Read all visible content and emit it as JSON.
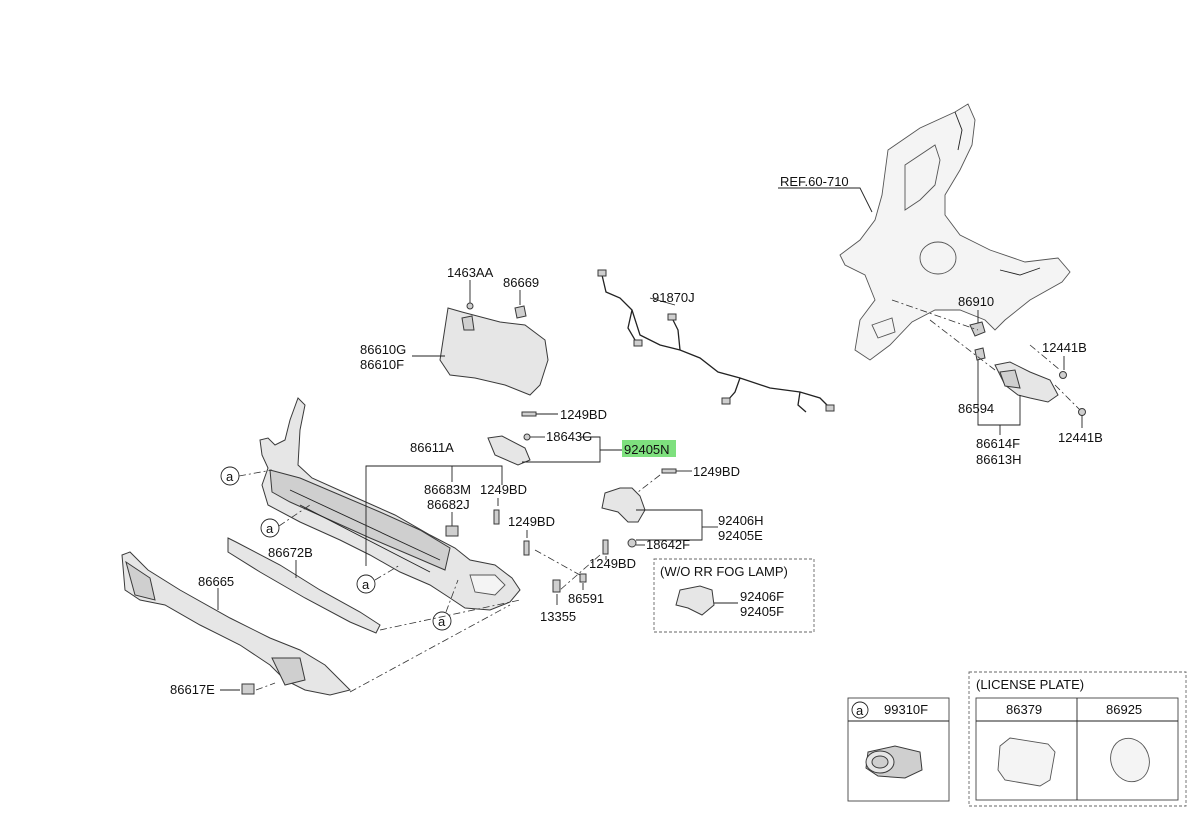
{
  "diagram": {
    "labels": {
      "ref": "REF.60-710",
      "p1463AA": "1463AA",
      "p86669": "86669",
      "p86610G": "86610G",
      "p86610F": "86610F",
      "p91870J": "91870J",
      "p1249BD_a": "1249BD",
      "p18643G": "18643G",
      "p92405N": "92405N",
      "p86611A": "86611A",
      "p1249BD_b": "1249BD",
      "p86683M": "86683M",
      "p86682J": "86682J",
      "p1249BD_c": "1249BD",
      "p1249BD_d": "1249BD",
      "p1249BD_e": "1249BD",
      "p92406H": "92406H",
      "p92405E": "92405E",
      "p18642F": "18642F",
      "p86672B": "86672B",
      "p86665": "86665",
      "p86591": "86591",
      "p13355": "13355",
      "p86617E": "86617E",
      "p86910": "86910",
      "p12441B_a": "12441B",
      "p12441B_b": "12441B",
      "p86594": "86594",
      "p86614F": "86614F",
      "p86613H": "86613H",
      "fog_title": "(W/O RR FOG LAMP)",
      "p92406F": "92406F",
      "p92405F": "92405F",
      "callout": "a",
      "legend_a_part": "99310F",
      "license_title": "(LICENSE PLATE)",
      "p86379": "86379",
      "p86925": "86925"
    },
    "highlight_color": "#7ee07e"
  }
}
